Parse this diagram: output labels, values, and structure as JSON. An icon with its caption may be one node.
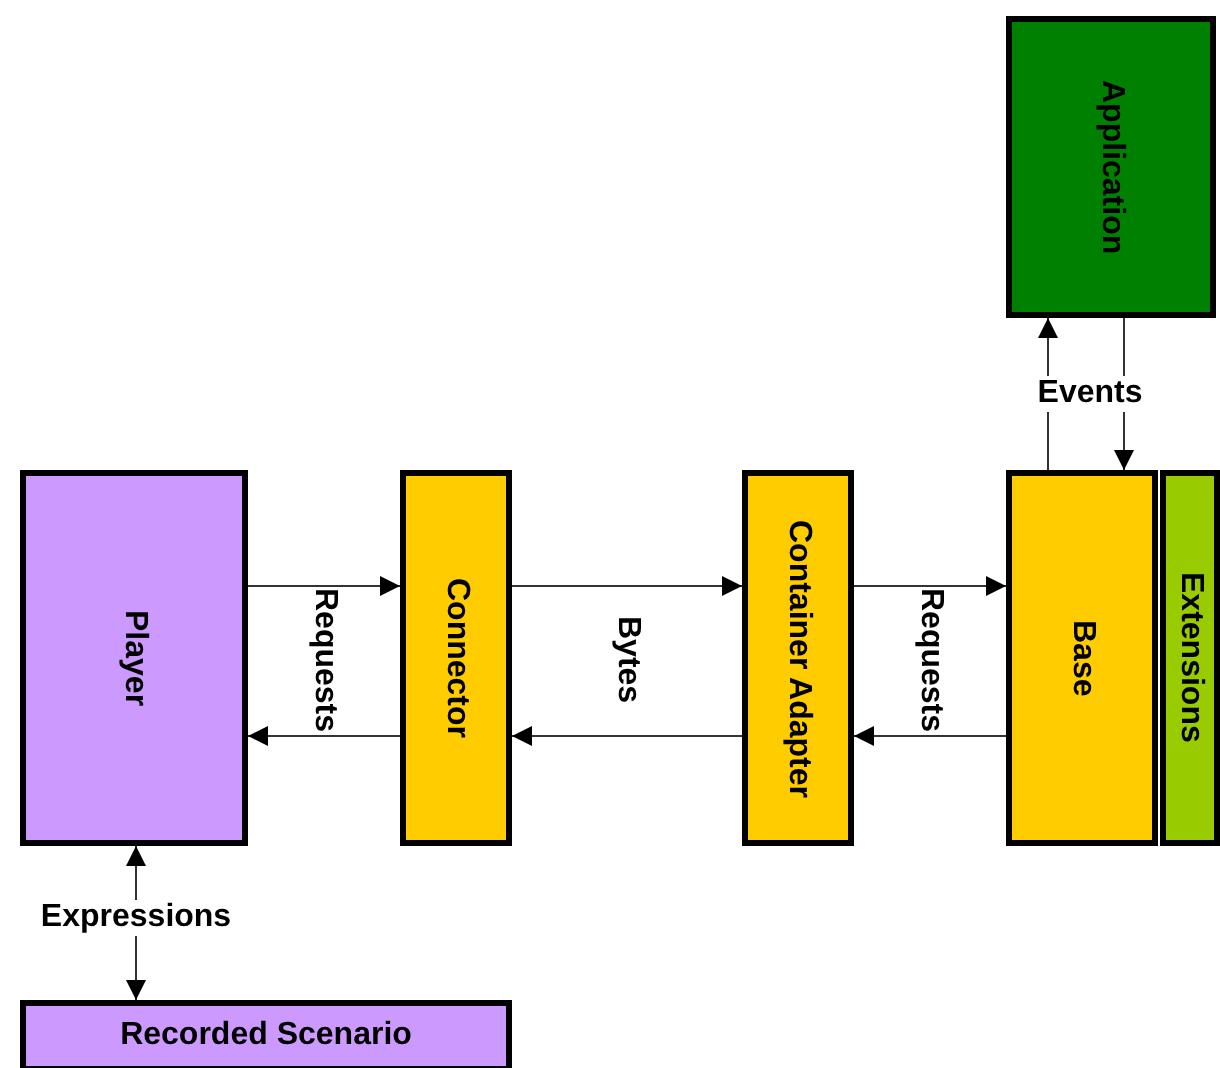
{
  "diagram": {
    "nodes": [
      {
        "text": [
          "Application"
        ]
      },
      {
        "text": [
          "Player"
        ]
      },
      {
        "text": [
          "Connector"
        ]
      },
      {
        "text": [
          "Container Adapter"
        ]
      },
      {
        "text": [
          "Base"
        ]
      },
      {
        "text": [
          "Extensions"
        ]
      },
      {
        "text": [
          "Recorded Scenario"
        ]
      }
    ],
    "edges": [
      {
        "from": 1,
        "to": 2,
        "arrow": "to",
        "label": "Requests"
      },
      {
        "from": 2,
        "to": 1,
        "arrow": "to"
      },
      {
        "from": 2,
        "to": 3,
        "arrow": "to",
        "label": "Bytes"
      },
      {
        "from": 3,
        "to": 2,
        "arrow": "to"
      },
      {
        "from": 3,
        "to": 4,
        "arrow": "to",
        "label": "Requests"
      },
      {
        "from": 4,
        "to": 3,
        "arrow": "to"
      },
      {
        "from": 4,
        "to": 0,
        "arrow": "to",
        "label": "Events"
      },
      {
        "from": 0,
        "to": 4,
        "arrow": "to"
      },
      {
        "from": 1,
        "to": 6,
        "arrow": "both",
        "label": "Expressions"
      }
    ]
  }
}
